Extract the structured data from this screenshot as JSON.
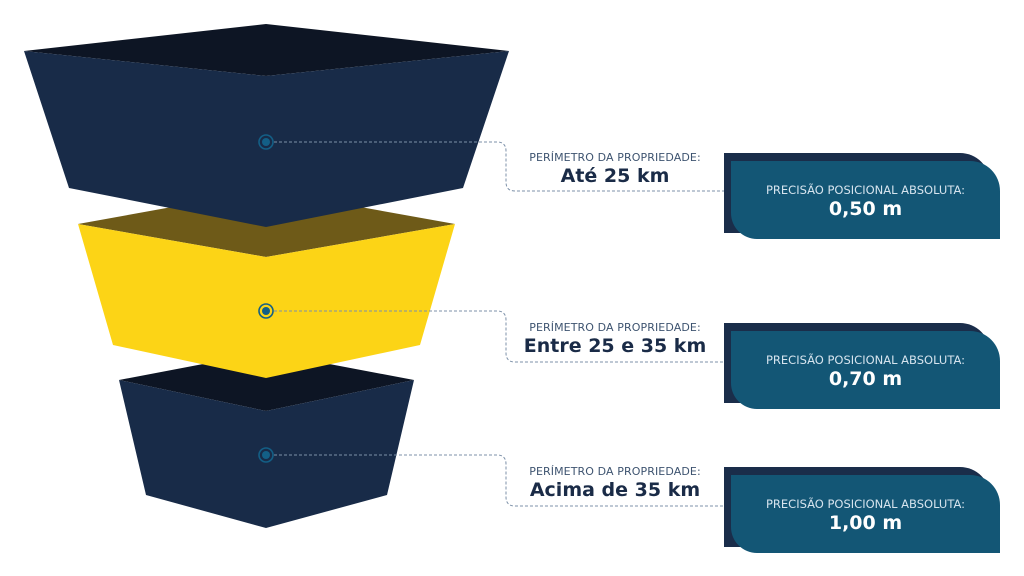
{
  "colors": {
    "navy": "#182b48",
    "navy_dark": "#0d1524",
    "yellow": "#fcd416",
    "yellow_dark": "#6e5a18",
    "teal": "#135675",
    "marker": "#135f86",
    "connector": "#8a9ab0"
  },
  "tiers": [
    {
      "id": "tier-1",
      "color_key": "navy",
      "perimeter_caption": "PERÍMETRO DA PROPRIEDADE:",
      "perimeter_value": "Até 25 km",
      "precision_caption": "PRECISÃO POSICIONAL ABSOLUTA:",
      "precision_value": "0,50 m"
    },
    {
      "id": "tier-2",
      "color_key": "yellow",
      "perimeter_caption": "PERÍMETRO DA PROPRIEDADE:",
      "perimeter_value": "Entre 25 e 35 km",
      "precision_caption": "PRECISÃO POSICIONAL ABSOLUTA:",
      "precision_value": "0,70 m"
    },
    {
      "id": "tier-3",
      "color_key": "navy",
      "perimeter_caption": "PERÍMETRO DA PROPRIEDADE:",
      "perimeter_value": "Acima de 35 km",
      "precision_caption": "PRECISÃO POSICIONAL ABSOLUTA:",
      "precision_value": "1,00 m"
    }
  ]
}
